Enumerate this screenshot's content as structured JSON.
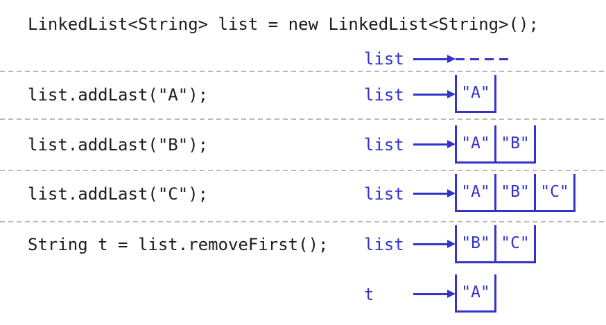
{
  "colors": {
    "code_text": "#1c1c1c",
    "accent_blue": "#3333cc",
    "divider_gray": "#b9b9b9",
    "background": "#ffffff"
  },
  "sections": [
    {
      "code": "LinkedList<String> list = new LinkedList<String>();",
      "pointer": {
        "var": "list",
        "empty_marker": "----",
        "cells": []
      }
    },
    {
      "code": "list.addLast(\"A\");",
      "pointer": {
        "var": "list",
        "cells": [
          "\"A\""
        ]
      }
    },
    {
      "code": "list.addLast(\"B\");",
      "pointer": {
        "var": "list",
        "cells": [
          "\"A\"",
          "\"B\""
        ]
      }
    },
    {
      "code": "list.addLast(\"C\");",
      "pointer": {
        "var": "list",
        "cells": [
          "\"A\"",
          "\"B\"",
          "\"C\""
        ]
      }
    },
    {
      "code": "String t = list.removeFirst();",
      "pointers": [
        {
          "var": "list",
          "cells": [
            "\"B\"",
            "\"C\""
          ]
        },
        {
          "var": "t",
          "cells": [
            "\"A\""
          ]
        }
      ]
    }
  ]
}
